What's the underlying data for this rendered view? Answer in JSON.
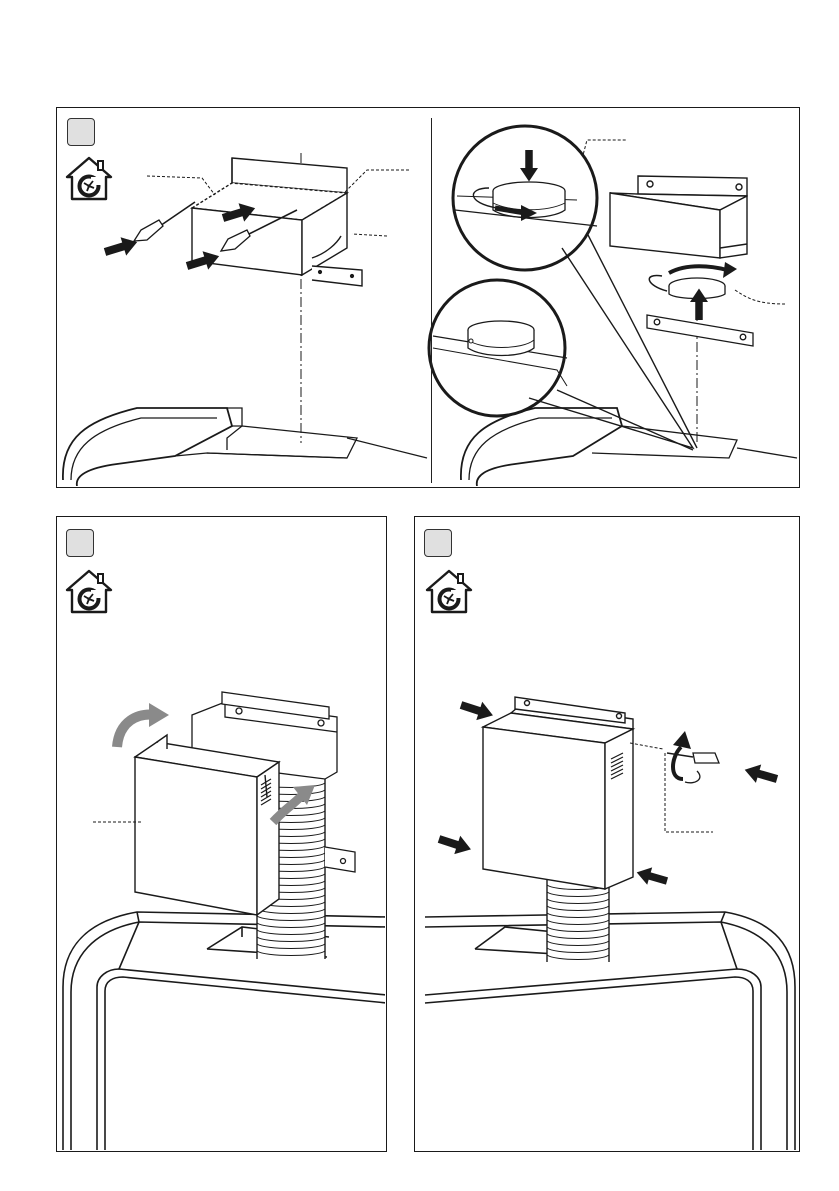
{
  "page": {
    "colors": {
      "line": "#1a1a1a",
      "arrow": "#222222",
      "gray_arrow": "#8a8a8a",
      "step_box": "#e0e0e0"
    }
  },
  "panels": [
    {
      "id": "top",
      "step_label": "",
      "icons": [
        "house-recirculation-icon"
      ],
      "subpanels": [
        "screwdriver-fastening",
        "duct-ring-insertion-with-zoom-detail"
      ]
    },
    {
      "id": "bottom-left",
      "step_label": "",
      "icons": [
        "house-recirculation-icon"
      ],
      "subpanels": [
        "cover-fitting-over-flexible-hose"
      ]
    },
    {
      "id": "bottom-right",
      "step_label": "",
      "icons": [
        "house-recirculation-icon"
      ],
      "subpanels": [
        "cover-secured-with-screw"
      ]
    }
  ]
}
